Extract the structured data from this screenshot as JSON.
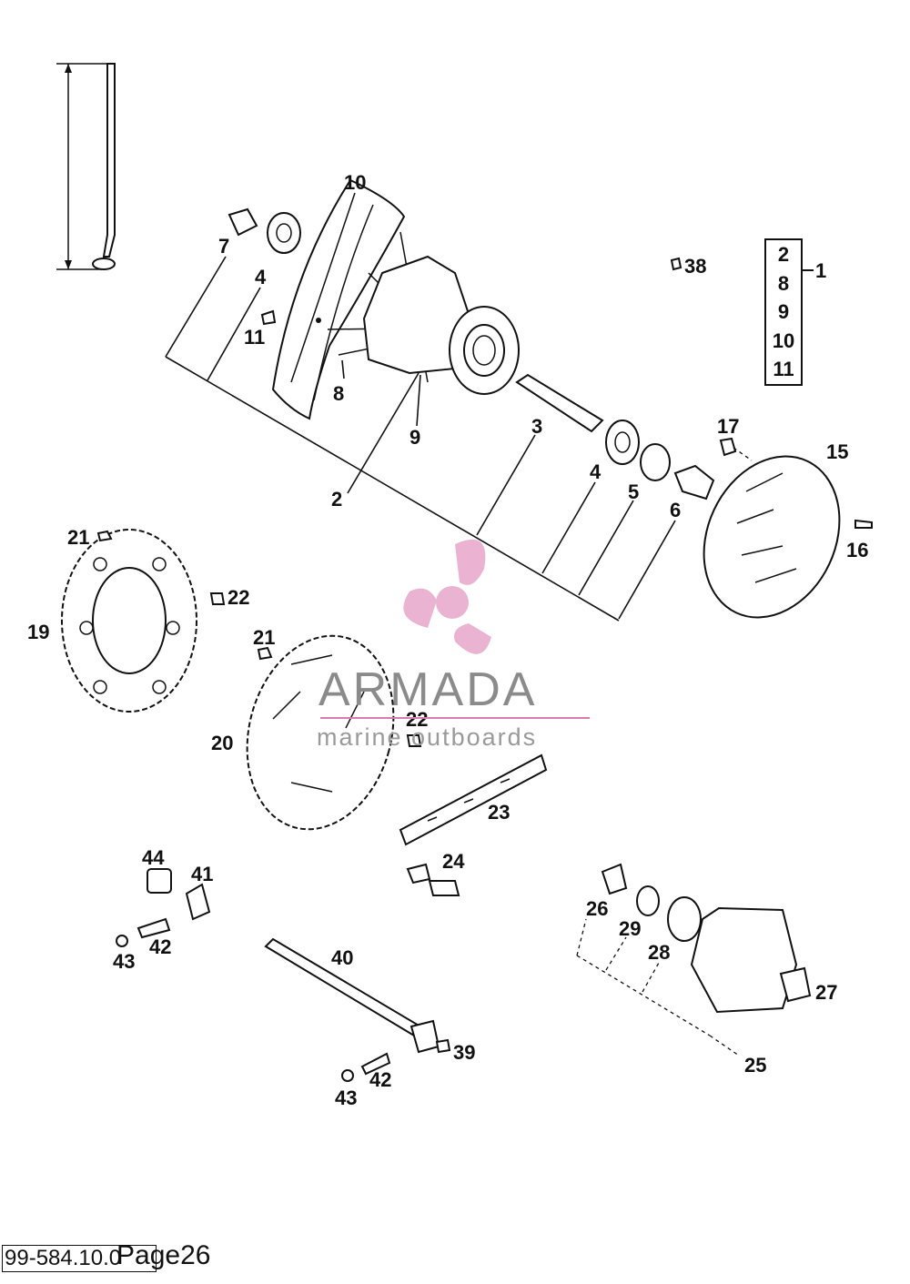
{
  "labels": {
    "p1": "1",
    "p2a": "2",
    "p2b": "2",
    "p3": "3",
    "p4a": "4",
    "p4b": "4",
    "p5": "5",
    "p6": "6",
    "p7": "7",
    "p8": "8",
    "p9": "9",
    "p10": "10",
    "p11": "11",
    "p15": "15",
    "p16": "16",
    "p17": "17",
    "p19": "19",
    "p20": "20",
    "p21a": "21",
    "p21b": "21",
    "p22a": "22",
    "p22b": "22",
    "p23": "23",
    "p24": "24",
    "p25": "25",
    "p26": "26",
    "p27": "27",
    "p28": "28",
    "p29": "29",
    "p38": "38",
    "p39": "39",
    "p40": "40",
    "p41": "41",
    "p42a": "42",
    "p42b": "42",
    "p43a": "43",
    "p43b": "43",
    "p44": "44"
  },
  "kit": {
    "label": "1",
    "items": [
      "2",
      "8",
      "9",
      "10",
      "11"
    ]
  },
  "watermark": {
    "title": "ARMADA",
    "subtitle": "marine outboards",
    "logo_color": "#e7a6c9"
  },
  "footer": {
    "code": "99-584.10.0",
    "page": "Page26"
  }
}
